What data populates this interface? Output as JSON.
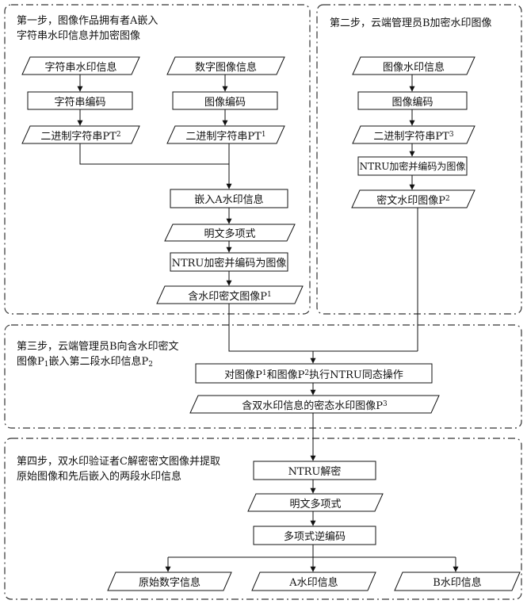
{
  "steps": {
    "step1": {
      "line1": "第一步，图像作品拥有者A嵌入",
      "line2": "字符串水印信息并加密图像"
    },
    "step2": {
      "line1": "第二步，云端管理员B加密水印图像"
    },
    "step3": {
      "line1": "第三步，云端管理员B向含水印密文",
      "line2_pre": "图像P",
      "line2_sub": "1",
      "line2_post": "嵌入第二段水印信息P",
      "line2_sub2": "2"
    },
    "step4": {
      "line1": "第四步，双水印验证者C解密密文图像并提取",
      "line2": "原始图像和先后嵌入的两段水印信息"
    }
  },
  "nodes": {
    "str_wm_info": "字符串水印信息",
    "str_encode": "字符串编码",
    "pt2_pre": "二进制字符串PT",
    "pt2_sub": "2",
    "digital_img_info": "数字图像信息",
    "img_encode": "图像编码",
    "pt1_pre": "二进制字符串PT",
    "pt1_sub": "1",
    "embed_a": "嵌入A水印信息",
    "plain_poly": "明文多项式",
    "ntru_encode": "NTRU加密并编码为图像",
    "p1_pre": "含水印密文图像P",
    "p1_sub": "1",
    "img_wm_info": "图像水印信息",
    "img_encode_b": "图像编码",
    "pt3_pre": "二进制字符串PT",
    "pt3_sub": "3",
    "ntru_encode_b": "NTRU加密并编码为图像",
    "p2_pre": "密文水印图像P",
    "p2_sub": "2",
    "homo_a": "对图像P",
    "homo_s1": "1",
    "homo_b": "和图像P",
    "homo_s2": "2",
    "homo_c": "执行NTRU同态操作",
    "p3_pre": "含双水印信息的密态水印图像P",
    "p3_sub": "3",
    "ntru_decrypt": "NTRU解密",
    "plain_poly_c": "明文多项式",
    "poly_inverse": "多项式逆编码",
    "orig_digital": "原始数字信息",
    "a_wm": "A水印信息",
    "b_wm": "B水印信息"
  }
}
